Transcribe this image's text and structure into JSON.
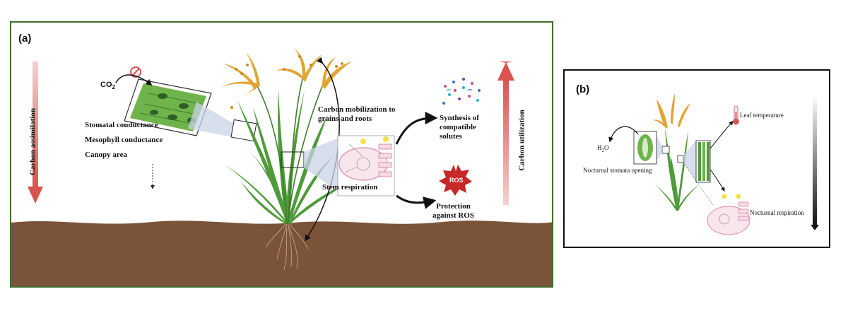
{
  "panel_a": {
    "label": "(a)",
    "carbon_assimilation": "Carbon assimilation",
    "carbon_utilization": "Carbon utilization",
    "co2_prefix": "CO",
    "co2_sub": "2",
    "factors": [
      "Stomatal conductance",
      "Mesophyll conductance",
      "Canopy area"
    ],
    "carbon_mobilization": [
      "Carbon mobilization to",
      "grains and roots"
    ],
    "stem_respiration": "Stem respiration",
    "synthesis": [
      "Synthesis of",
      "compatible",
      "solutes"
    ],
    "ros_label": "ROS",
    "protection": [
      "Protection",
      "against ROS"
    ]
  },
  "panel_b": {
    "label": "(b)",
    "h2o_prefix": "H",
    "h2o_sub": "2",
    "h2o_suffix": "O",
    "nocturnal_stomata": "Nocturnal stomata opening",
    "leaf_temperature": "Leaf temperature",
    "nocturnal_respiration": "Nocturnal respiration"
  },
  "colors": {
    "soil": "#7b5338",
    "leaf": "#4f9a3a",
    "grain": "#e3a433",
    "arrow_red": "#d9534f",
    "panel_a_border": "#3f6d2a",
    "panel_b_border": "#111111"
  }
}
